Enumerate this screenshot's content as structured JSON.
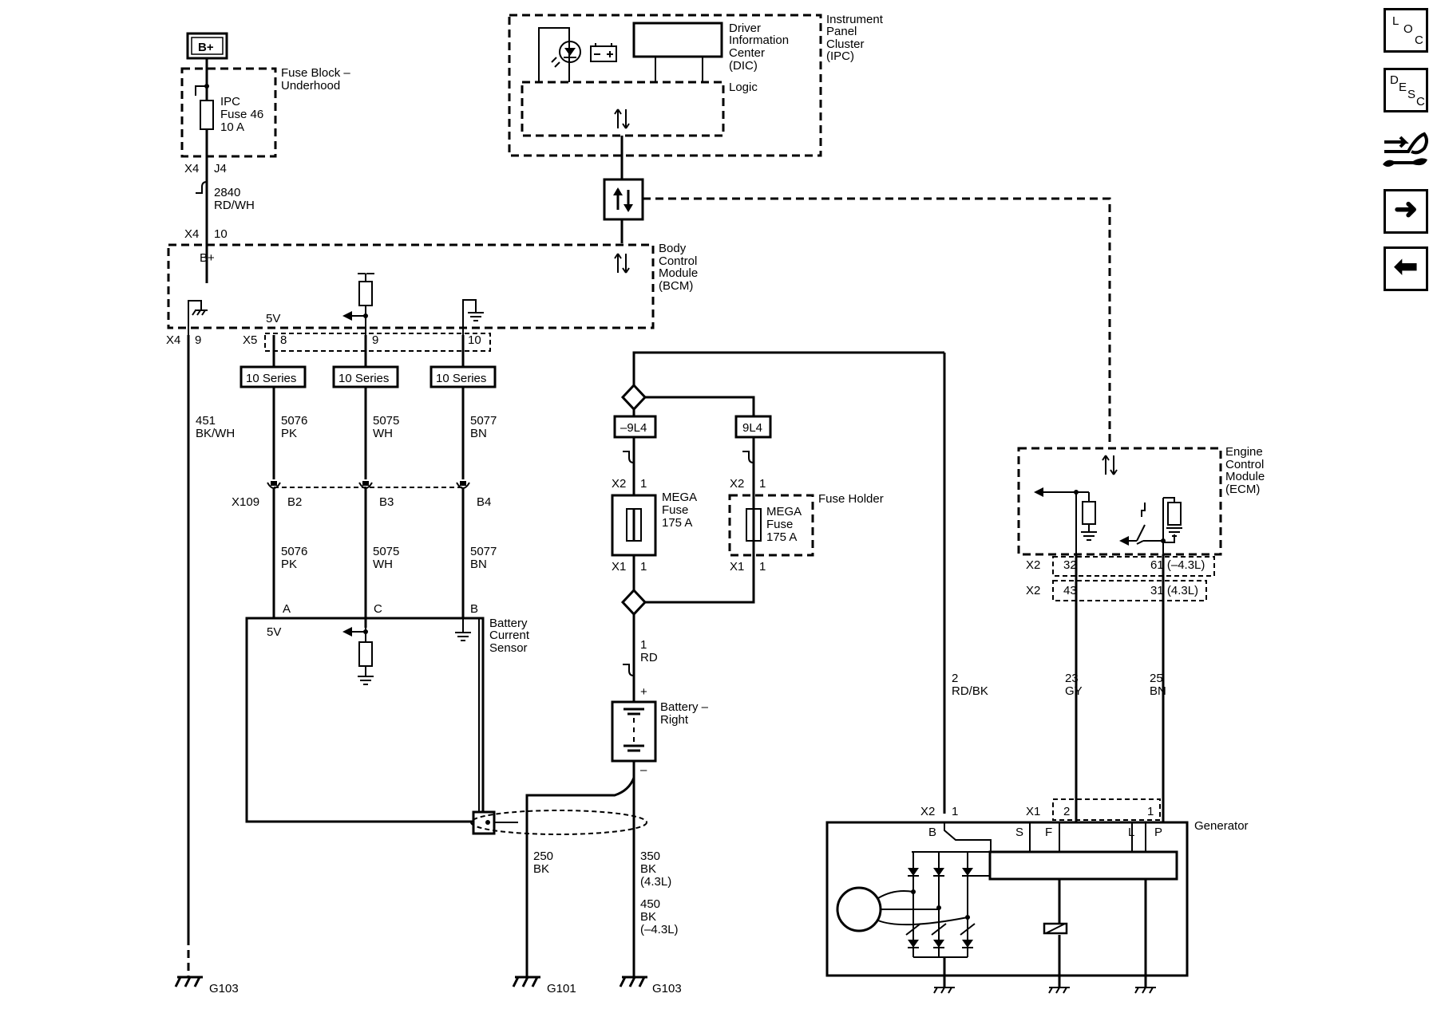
{
  "navigation": {
    "loc": {
      "l1": "L",
      "l2": "O",
      "l3": "C"
    },
    "desc": {
      "l1": "D",
      "l2": "E",
      "l3": "S",
      "l4": "C"
    },
    "tools_icon": "wrench-icon",
    "next_icon": "arrow-right-icon",
    "next_glyph": "➜",
    "prev_icon": "arrow-left-icon",
    "prev_glyph": "⬅"
  },
  "power": {
    "bplus": "B+",
    "fuse_block": {
      "l1": "Fuse Block –",
      "l2": "Underhood"
    },
    "ipc_fuse": {
      "l1": "IPC",
      "l2": "Fuse 46",
      "l3": "10 A"
    },
    "x4_j4": {
      "conn": "X4",
      "pin": "J4"
    },
    "wire_2840": {
      "num": "2840",
      "color": "RD/WH"
    },
    "x4_10": {
      "conn": "X4",
      "pin": "10"
    }
  },
  "ipc": {
    "title": {
      "l1": "Instrument",
      "l2": "Panel",
      "l3": "Cluster",
      "l4": "(IPC)"
    },
    "dic": {
      "l1": "Driver",
      "l2": "Information",
      "l3": "Center",
      "l4": "(DIC)"
    },
    "logic": "Logic"
  },
  "bcm": {
    "title": {
      "l1": "Body",
      "l2": "Control",
      "l3": "Module",
      "l4": "(BCM)"
    },
    "bplus": "B+",
    "v5": "5V",
    "x4": "X4",
    "x4_pin": "9",
    "x5": "X5",
    "x5_pin8": "8",
    "x5_pin9": "9",
    "x5_pin10": "10"
  },
  "series": {
    "s1": "10 Series",
    "s2": "10 Series",
    "s3": "10 Series"
  },
  "wires": {
    "w451": {
      "num": "451",
      "color": "BK/WH"
    },
    "w5076a": {
      "num": "5076",
      "color": "PK"
    },
    "w5075a": {
      "num": "5075",
      "color": "WH"
    },
    "w5077a": {
      "num": "5077",
      "color": "BN"
    },
    "w5076b": {
      "num": "5076",
      "color": "PK"
    },
    "w5075b": {
      "num": "5075",
      "color": "WH"
    },
    "w5077b": {
      "num": "5077",
      "color": "BN"
    },
    "w1": {
      "num": "1",
      "color": "RD"
    },
    "w2": {
      "num": "2",
      "color": "RD/BK"
    },
    "w23": {
      "num": "23",
      "color": "GY"
    },
    "w25": {
      "num": "25",
      "color": "BN"
    },
    "w250": {
      "num": "250",
      "color": "BK"
    },
    "w350": {
      "num": "350",
      "color": "BK",
      "eng": "(4.3L)"
    },
    "w450": {
      "num": "450",
      "color": "BK",
      "eng": "(–4.3L)"
    }
  },
  "x109": {
    "conn": "X109",
    "b2": "B2",
    "b3": "B3",
    "b4": "B4"
  },
  "sensor": {
    "title": {
      "l1": "Battery",
      "l2": "Current",
      "l3": "Sensor"
    },
    "pin_a": "A",
    "pin_c": "C",
    "pin_b": "B",
    "v5": "5V"
  },
  "fuses": {
    "opt1": "–9L4",
    "opt2": "9L4",
    "left": {
      "l1": "MEGA",
      "l2": "Fuse",
      "l3": "175 A"
    },
    "right": {
      "l1": "MEGA",
      "l2": "Fuse",
      "l3": "175 A"
    },
    "holder": "Fuse Holder",
    "x2": "X2",
    "x2_pin": "1",
    "x2b": "X2",
    "x2b_pin": "1",
    "x1": "X1",
    "x1_pin": "1",
    "x1b": "X1",
    "x1b_pin": "1"
  },
  "battery": {
    "l1": "Battery –",
    "l2": "Right",
    "plus": "+",
    "minus": "–"
  },
  "ecm": {
    "title": {
      "l1": "Engine",
      "l2": "Control",
      "l3": "Module",
      "l4": "(ECM)"
    },
    "r1_conn": "X2",
    "r1_p1": "32",
    "r1_p2": "61 (–4.3L)",
    "r2_conn": "X2",
    "r2_p1": "43",
    "r2_p2": "31 (4.3L)"
  },
  "generator": {
    "title": "Generator",
    "x2": "X2",
    "x2_pin": "1",
    "x1": "X1",
    "x1_pin2": "2",
    "x1_pin1": "1",
    "term_b": "B",
    "term_s": "S",
    "term_f": "F",
    "term_l": "L",
    "term_p": "P"
  },
  "grounds": {
    "g103a": "G103",
    "g101": "G101",
    "g103b": "G103"
  }
}
